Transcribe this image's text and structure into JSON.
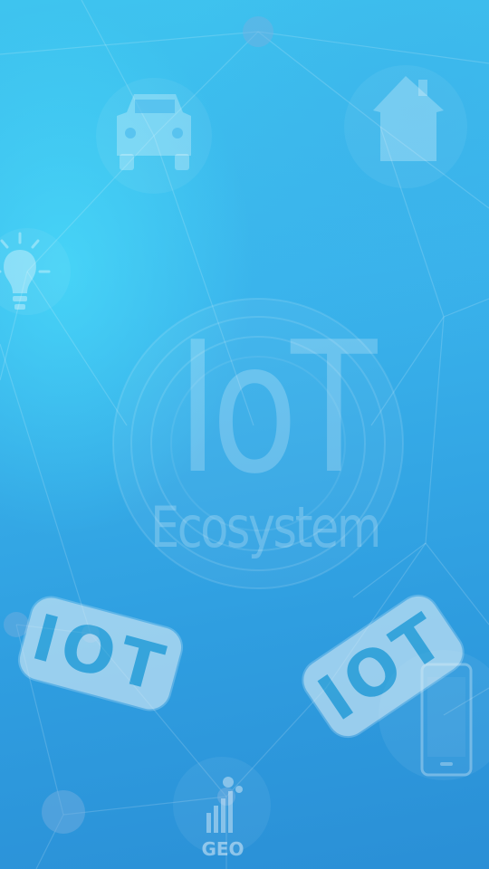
{
  "scene": {
    "title": "IoT",
    "subtitle": "Ecosystem",
    "stickers": [
      "IOT",
      "IOT"
    ],
    "geo_label": "GEO"
  },
  "colors": {
    "background_top": "#3ec4ef",
    "background_bottom": "#2a8fd6",
    "glow": "#50ebff",
    "sticker_fill": "#dbeef8",
    "sticker_text": "#3ba9d9"
  },
  "icons": [
    "car-icon",
    "house-icon",
    "lightbulb-icon",
    "smartphone-icon",
    "geo-chart-icon"
  ]
}
